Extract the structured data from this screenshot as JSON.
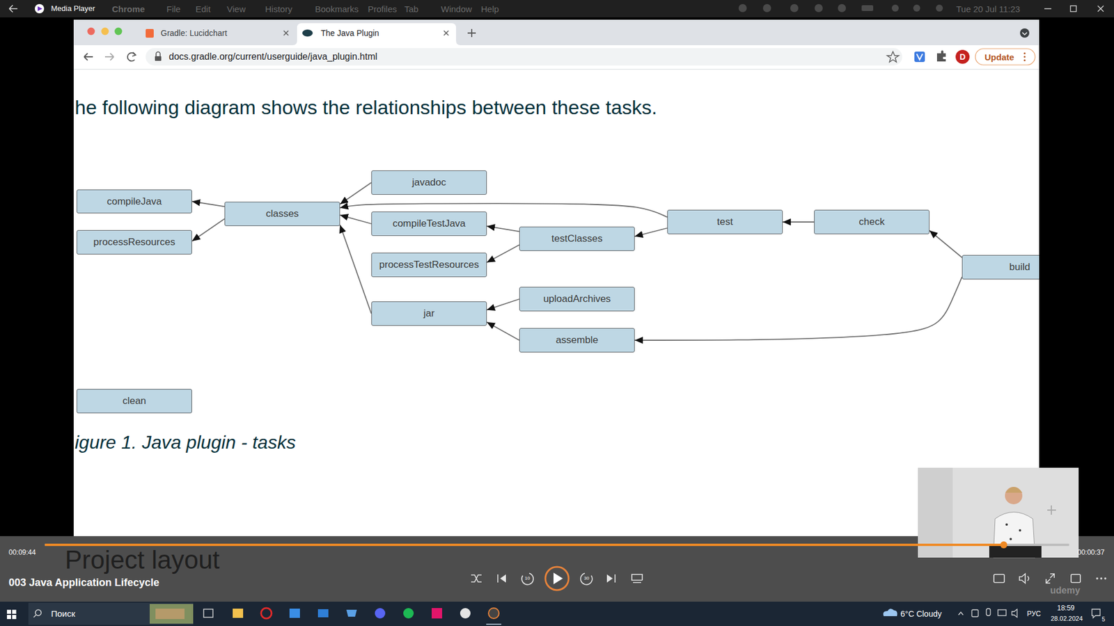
{
  "diagram": {
    "title": "he following diagram shows the relationships between these tasks.",
    "caption": "igure 1. Java plugin - tasks",
    "nodes": [
      {
        "text": [
          "javadoc"
        ]
      },
      {
        "text": [
          "compileJava"
        ]
      },
      {
        "text": [
          "classes"
        ]
      },
      {
        "text": [
          "test"
        ]
      },
      {
        "text": [
          "check"
        ]
      },
      {
        "text": [
          "compileTestJava"
        ]
      },
      {
        "text": [
          "testClasses"
        ]
      },
      {
        "text": [
          "processResources"
        ]
      },
      {
        "text": [
          "processTestResources"
        ]
      },
      {
        "text": [
          "build"
        ]
      },
      {
        "text": [
          "uploadArchives"
        ]
      },
      {
        "text": [
          "jar"
        ]
      },
      {
        "text": [
          "assemble"
        ]
      },
      {
        "text": [
          "clean"
        ]
      }
    ],
    "edges": [
      {
        "from": 2,
        "to": 1,
        "arrow": "to"
      },
      {
        "from": 2,
        "to": 7,
        "arrow": "to"
      },
      {
        "from": 0,
        "to": 2,
        "arrow": "to"
      },
      {
        "from": 3,
        "to": 2,
        "arrow": "to"
      },
      {
        "from": 5,
        "to": 2,
        "arrow": "to"
      },
      {
        "from": 11,
        "to": 2,
        "arrow": "to"
      },
      {
        "from": 6,
        "to": 5,
        "arrow": "to"
      },
      {
        "from": 6,
        "to": 8,
        "arrow": "to"
      },
      {
        "from": 3,
        "to": 6,
        "arrow": "to"
      },
      {
        "from": 10,
        "to": 11,
        "arrow": "to"
      },
      {
        "from": 12,
        "to": 11,
        "arrow": "to"
      },
      {
        "from": 4,
        "to": 3,
        "arrow": "to"
      },
      {
        "from": 9,
        "to": 4,
        "arrow": "to"
      },
      {
        "from": 9,
        "to": 12,
        "arrow": "to"
      }
    ],
    "labels": [
      "Media Player",
      "Chrome",
      "File",
      "Edit",
      "View",
      "History",
      "Bookmarks",
      "Profiles",
      "Tab",
      "Window",
      "Help",
      "Tue 20 Jul 11:23",
      "Gradle: Lucidchart",
      "The Java Plugin",
      "docs.gradle.org/current/userguide/java_plugin.html",
      "D",
      "Update",
      "00:09:44",
      "00:00:37",
      "Project layout",
      "003 Java Application Lifecycle",
      "udemy",
      "Поиск",
      "6°C Cloudy",
      "РУС",
      "18:59",
      "28.02.2024",
      "5",
      "10",
      "30"
    ]
  }
}
